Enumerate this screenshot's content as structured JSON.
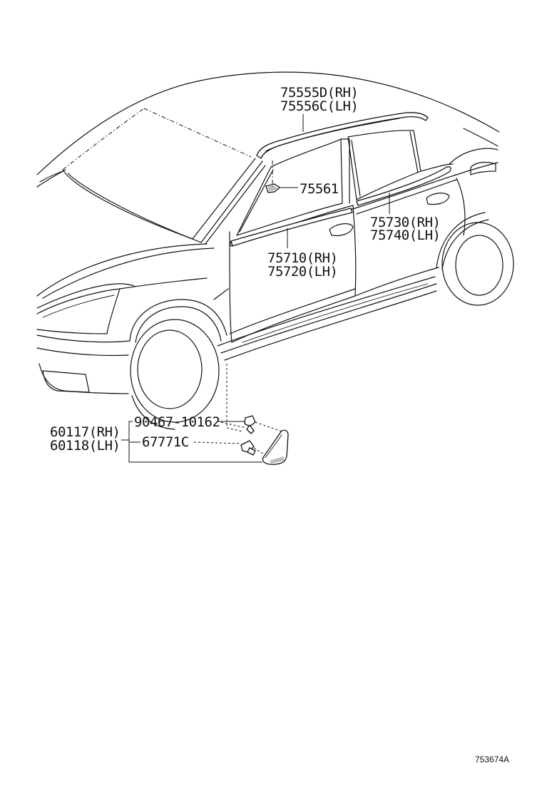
{
  "parts": {
    "roof_molding_rh": "75555D(RH)",
    "roof_molding_lh": "75556C(LH)",
    "clip_roof": "75561",
    "rear_door_molding_rh": "75730(RH)",
    "rear_door_molding_lh": "75740(LH)",
    "front_door_molding_rh": "75710(RH)",
    "front_door_molding_lh": "75720(LH)",
    "screw": "90467-10162",
    "mudguard_rh": "60117(RH)",
    "mudguard_lh": "60118(LH)",
    "clip_mudguard": "67771C"
  },
  "reference_number": "753674A"
}
